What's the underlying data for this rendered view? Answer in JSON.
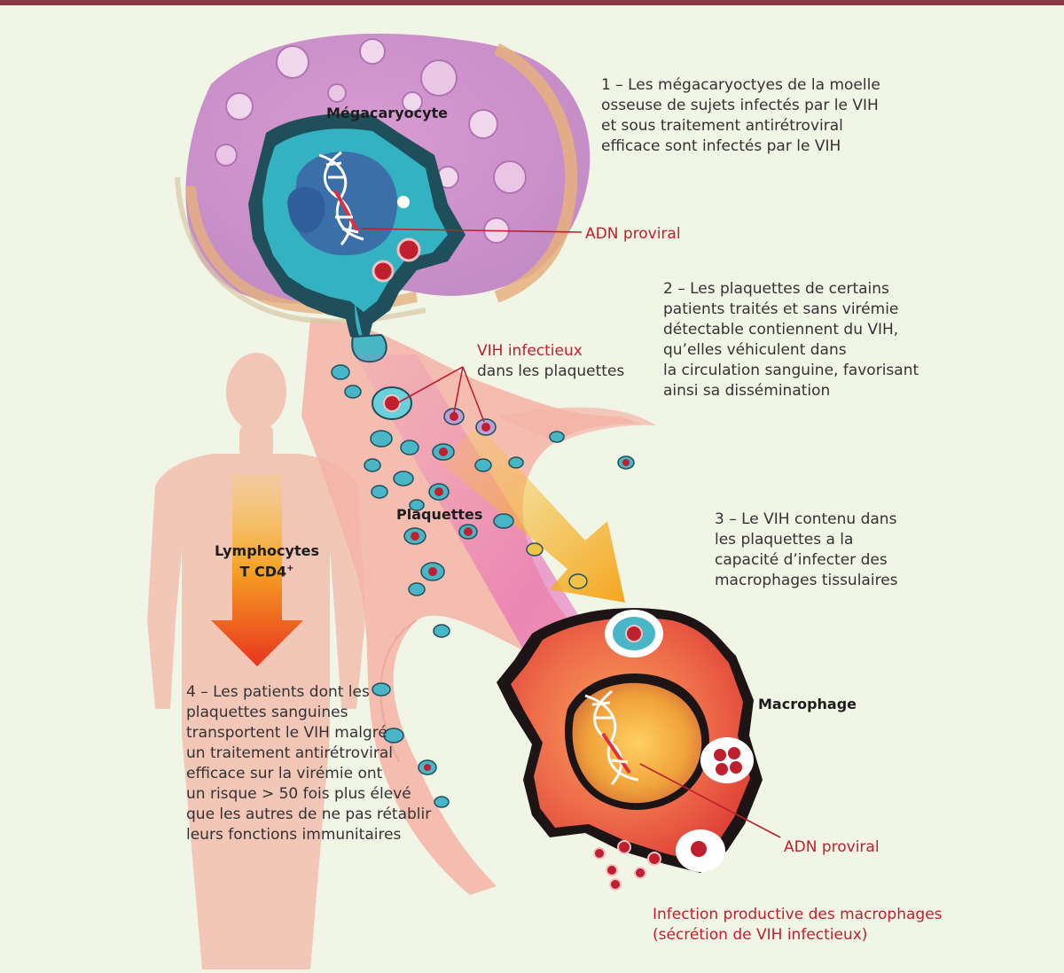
{
  "colors": {
    "top_bar": "#8a3a48",
    "background": "#f1f5e6",
    "accent_red": "#c01f2d",
    "platelet_teal": "#49b6c8",
    "megakaryocyte_dark": "#1e4f5a",
    "macrophage_red": "#e2443a",
    "vessel_pink": "#f4b3a6",
    "arrow_orange": "#f3a21f"
  },
  "labels": {
    "megakaryocyte": "Mégacaryocyte",
    "platelets": "Plaquettes",
    "lymphocytes_line1": "Lymphocytes",
    "lymphocytes_line2": "T CD4",
    "lymphocytes_sup": "+",
    "macrophage": "Macrophage"
  },
  "callouts": {
    "adn_proviral_top": "ADN proviral",
    "vih_infectieux": "VIH infectieux",
    "dans_les_plaquettes": "dans les plaquettes",
    "adn_proviral_bottom": "ADN proviral",
    "infection_line1": "Infection productive des macrophages",
    "infection_line2": "(sécrétion de VIH infectieux)"
  },
  "steps": {
    "step1": [
      "1 – Les mégacaryoctyes de la moelle",
      "osseuse de sujets infectés par le VIH",
      "et sous traitement antirétroviral",
      "efficace sont infectés par le VIH"
    ],
    "step2": [
      "2 – Les plaquettes de certains",
      "patients traités et sans virémie",
      "détectable contiennent du VIH,",
      "qu’elles véhiculent dans",
      "la circulation sanguine, favorisant",
      "ainsi sa dissémination"
    ],
    "step3": [
      "3 – Le VIH contenu dans",
      "les plaquettes a la",
      "capacité d’infecter des",
      "macrophages tissulaires"
    ],
    "step4": [
      "4 – Les patients dont les",
      "plaquettes sanguines",
      "transportent le VIH malgré",
      "un traitement antirétroviral",
      "efficace sur la virémie ont",
      "un risque > 50 fois plus élevé",
      "que les autres de ne pas rétablir",
      "leurs fonctions immunitaires"
    ]
  }
}
